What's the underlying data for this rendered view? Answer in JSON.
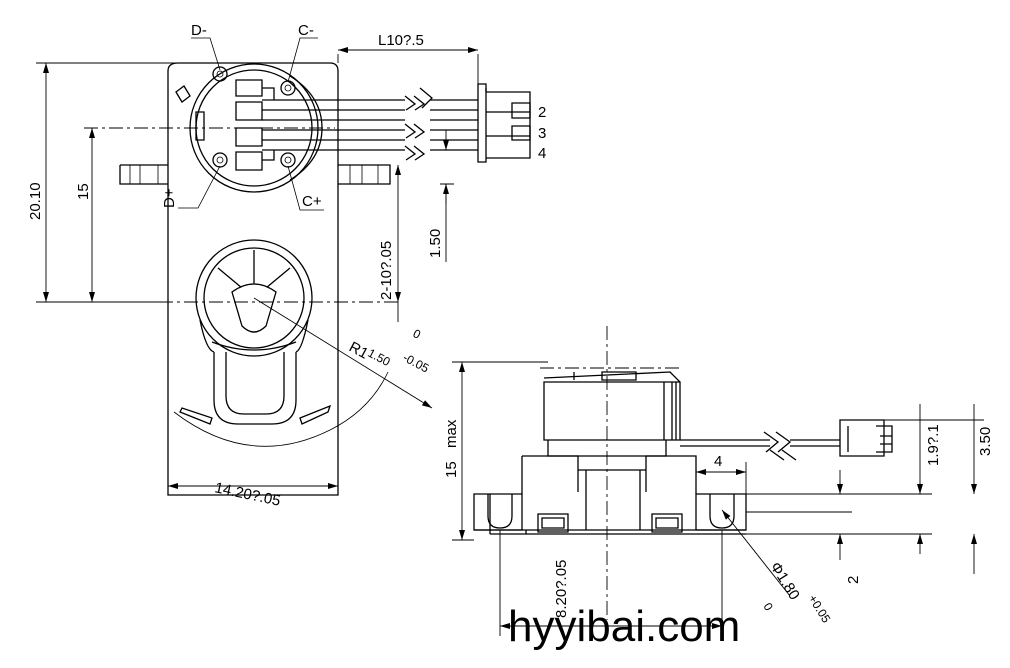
{
  "pin_labels": {
    "d_minus": "D-",
    "c_minus": "C-",
    "d_plus": "D+",
    "c_plus": "C+"
  },
  "connector_pins": [
    "2",
    "3",
    "4"
  ],
  "dimensions": {
    "cable_length": "L10?.5",
    "overall_height": "20.10",
    "center_height": "15",
    "hole_spacing": "2-10?.05",
    "pin_offset": "1.50",
    "radius_main": "R1",
    "radius_tol": "1.50",
    "radius_tol_upper": "0",
    "radius_tol_lower": "-0.05",
    "width": "14.20?.05",
    "height_max_value": "15",
    "height_max_word": "max",
    "slot_width": "4",
    "base_offset": "1.9?.1",
    "base_height": "3.50",
    "hole_diameter_value": "Φ1.80",
    "hole_diameter_lower": "0",
    "hole_diameter_upper": "+0.05",
    "bottom_gap": "2",
    "hole_pitch": "8.20?.05"
  },
  "watermark": "hyyibai.com"
}
